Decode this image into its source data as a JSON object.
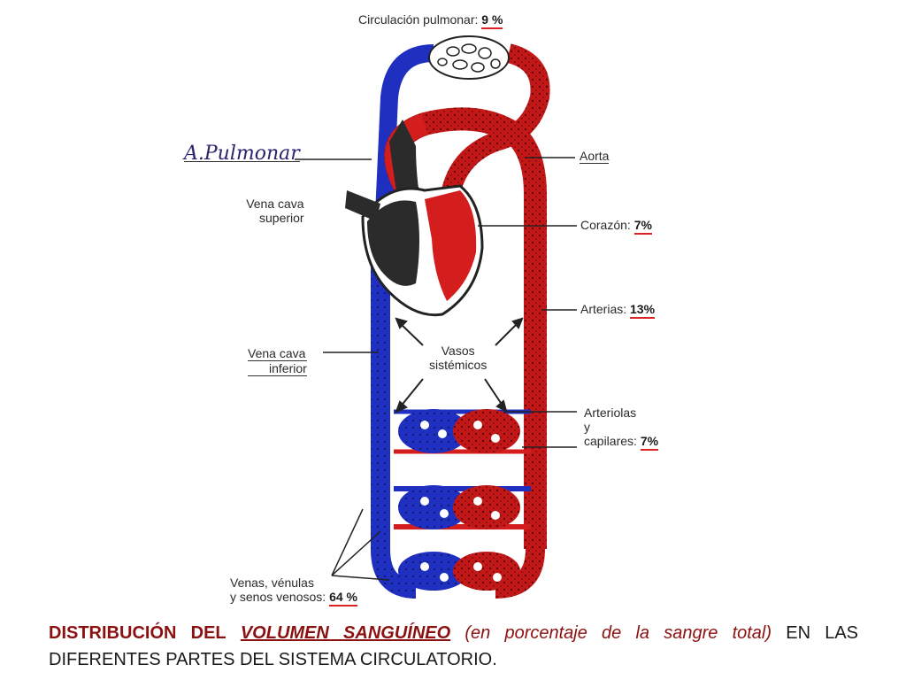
{
  "labels": {
    "pulmonary_circulation": "Circulación pulmonar:",
    "pulmonary_pct": "9 %",
    "pulmonary_artery": "A.Pulmonar",
    "aorta": "Aorta",
    "superior_vena_cava_1": "Vena cava",
    "superior_vena_cava_2": "superior",
    "heart": "Corazón:",
    "heart_pct": "7%",
    "arteries": "Arterias:",
    "arteries_pct": "13%",
    "inferior_vena_cava_1": "Vena cava",
    "inferior_vena_cava_2": "inferior",
    "systemic_vessels_1": "Vasos",
    "systemic_vessels_2": "sistémicos",
    "arterioles_1": "Arteriolas",
    "arterioles_2": "y",
    "arterioles_3": "capilares:",
    "arterioles_pct": "7%",
    "veins_1": "Venas, vénulas",
    "veins_2": "y senos venosos:",
    "veins_pct": "64 %"
  },
  "caption": {
    "part1": "DISTRIBUCIÓN DEL",
    "part2": "VOLUMEN SANGUÍNEO",
    "part3": "(en porcentaje de la sangre total)",
    "part4": "EN LAS DIFERENTES PARTES DEL SISTEMA CIRCULATORIO."
  },
  "colors": {
    "arterial": "#d41e1e",
    "venous": "#1f2fbf",
    "deoxy_heart": "#2b2b2b"
  }
}
